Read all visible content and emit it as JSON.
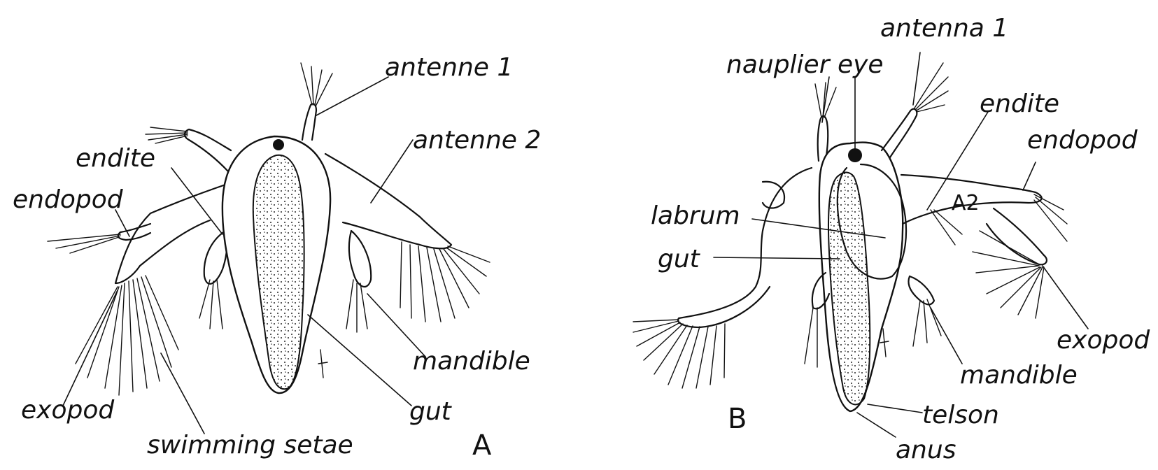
{
  "panel_a": {
    "letter": "A",
    "labels": {
      "antenna1": "antenne 1",
      "antenna2": "antenne 2",
      "endite": "endite",
      "endopod": "endopod",
      "exopod": "exopod",
      "swimming_setae": "swimming setae",
      "mandible": "mandible",
      "gut": "gut"
    }
  },
  "panel_b": {
    "letter": "B",
    "labels": {
      "antenna1": "antenna 1",
      "naupliar_eye": "nauplier eye",
      "endite": "endite",
      "endopod": "endopod",
      "a2": "A2",
      "labrum": "labrum",
      "gut": "gut",
      "exopod": "exopod",
      "mandible": "mandible",
      "telson": "telson",
      "anus": "anus"
    }
  }
}
